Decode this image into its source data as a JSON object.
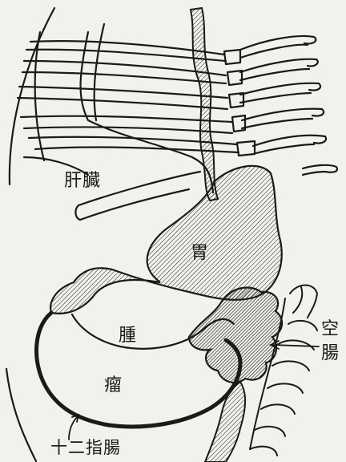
{
  "labels": {
    "liver": "肝臓",
    "stomach": "胃",
    "tumor_line1": "腫",
    "tumor_line2": "瘤",
    "jejunum_line1": "空",
    "jejunum_line2": "腸",
    "duodenum": "十二指腸"
  },
  "colors": {
    "background": "#f2f1ec",
    "ink": "#1a1a1a"
  }
}
